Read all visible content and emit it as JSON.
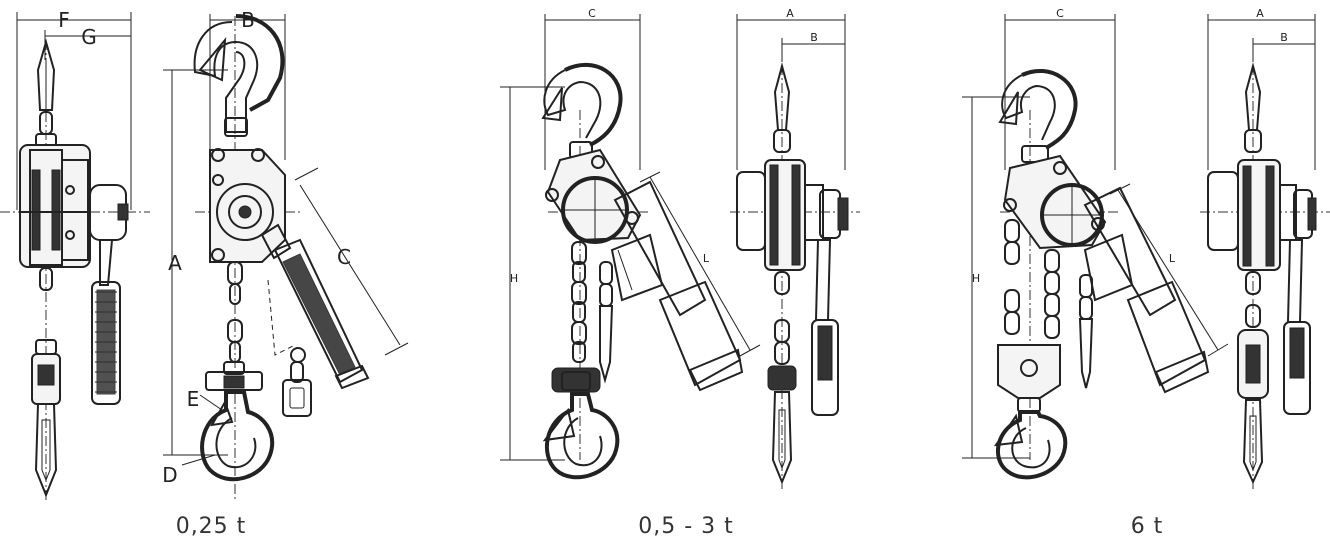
{
  "variants": [
    {
      "caption": "0,25 t",
      "side_view_labels": {
        "overall_width": "F",
        "offset": "G"
      },
      "front_view_labels": {
        "width": "B",
        "height": "A",
        "lever": "C",
        "hook_opening": "E",
        "hook_throat": "D"
      }
    },
    {
      "caption": "0,5 - 3 t",
      "front_view_labels": {
        "width": "C",
        "height": "H",
        "lever": "L"
      },
      "side_view_labels": {
        "overall_width": "A",
        "offset": "B"
      }
    },
    {
      "caption": "6 t",
      "front_view_labels": {
        "width": "C",
        "height": "H",
        "lever": "L"
      },
      "side_view_labels": {
        "overall_width": "A",
        "offset": "B"
      }
    }
  ]
}
